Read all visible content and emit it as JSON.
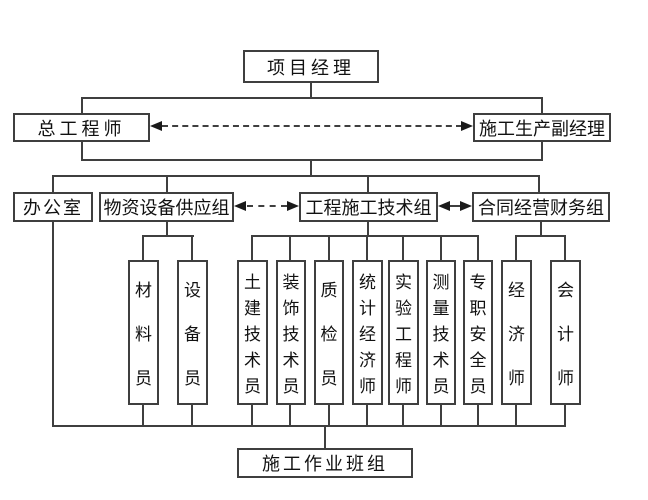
{
  "nodes": {
    "project_manager": "项目经理",
    "chief_engineer": "总工程师",
    "deputy_manager": "施工生产副经理",
    "office": "办公室",
    "supply_group": "物资设备供应组",
    "tech_group": "工程施工技术组",
    "finance_group": "合同经营财务组",
    "work_team": "施工作业班组"
  },
  "roles": [
    {
      "id": "material-clerk",
      "label": "材料员"
    },
    {
      "id": "equipment-clerk",
      "label": "设备员"
    },
    {
      "id": "civil-technician",
      "label": "土建技术员"
    },
    {
      "id": "decoration-technician",
      "label": "装饰技术员"
    },
    {
      "id": "quality-inspector",
      "label": "质检员"
    },
    {
      "id": "statistics-economist",
      "label": "统计经济师"
    },
    {
      "id": "experiment-engineer",
      "label": "实验工程师"
    },
    {
      "id": "survey-technician",
      "label": "测量技术员"
    },
    {
      "id": "safety-officer",
      "label": "专职安全员"
    },
    {
      "id": "economist",
      "label": "经济师"
    },
    {
      "id": "accountant",
      "label": "会计师"
    }
  ],
  "colors": {
    "line": "#3f3f3f",
    "arrow": "#1a1a1a",
    "text": "#111111",
    "background": "#ffffff"
  }
}
